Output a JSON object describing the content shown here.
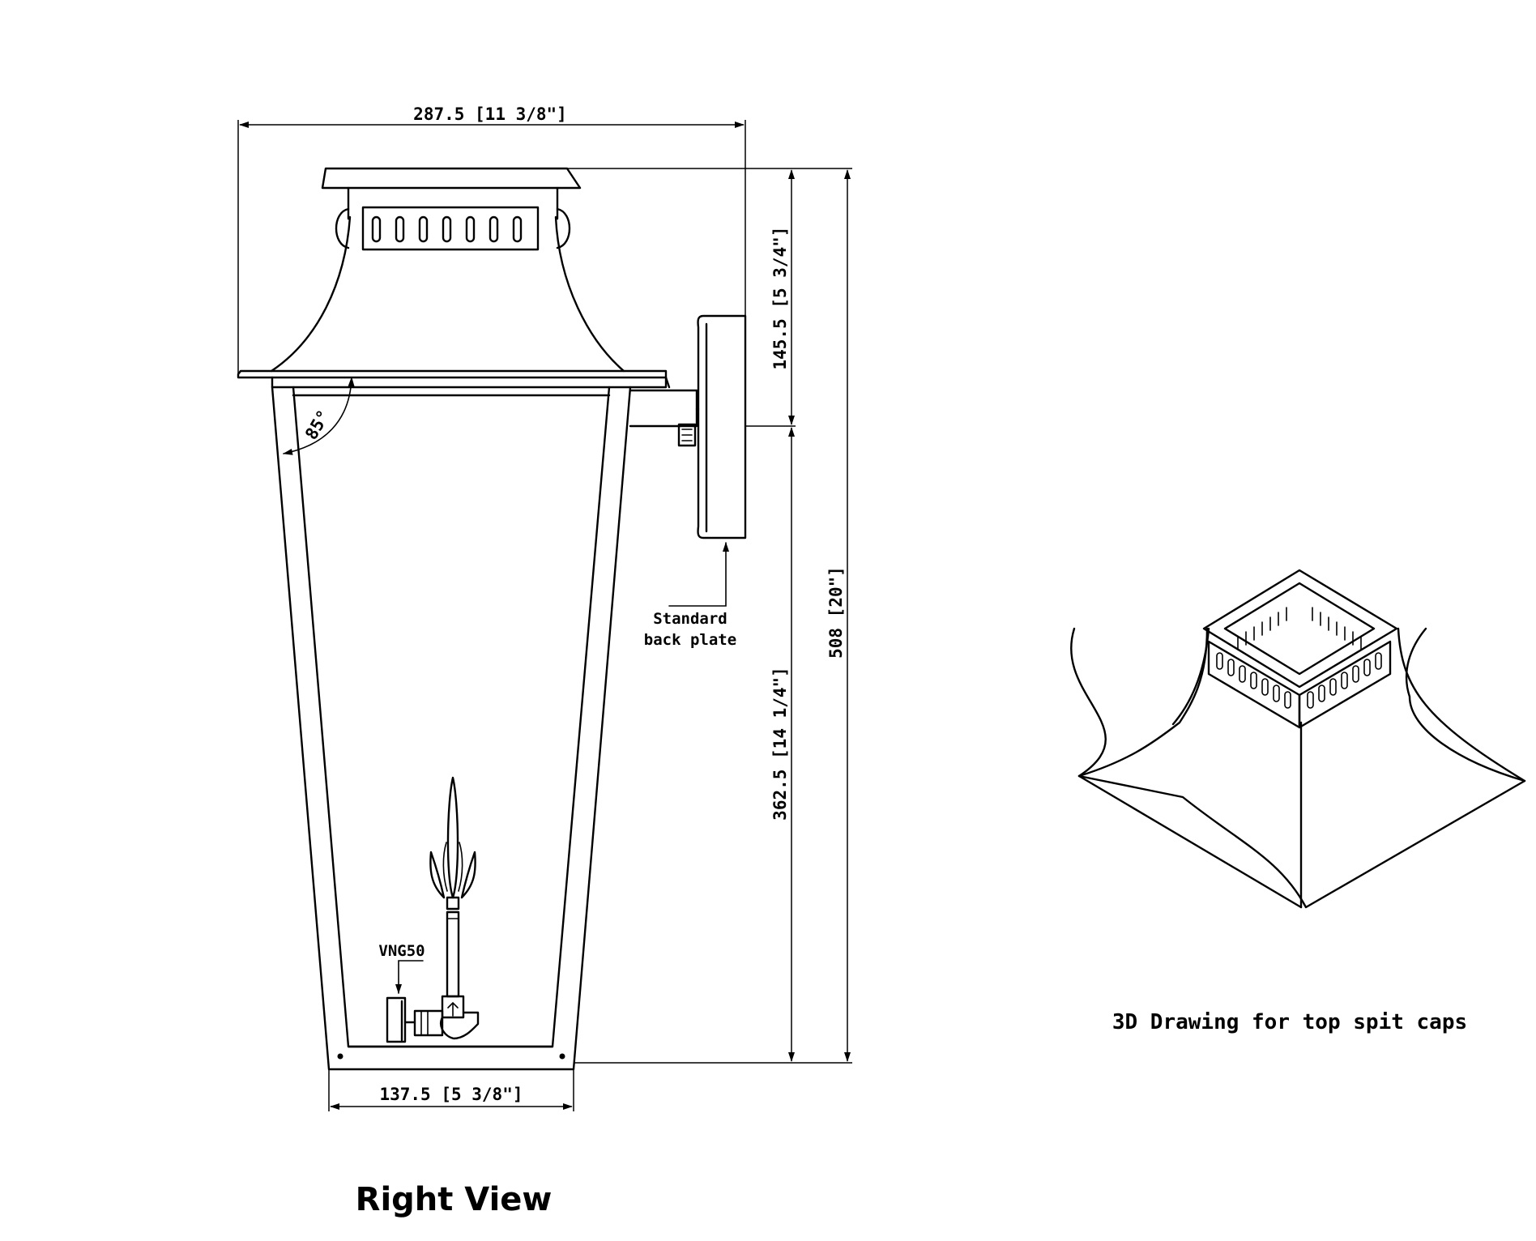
{
  "dimensions": {
    "overall_width": "287.5 [11 3/8\"]",
    "top_height": "145.5 [5 3/4\"]",
    "lower_height": "362.5 [14 1/4\"]",
    "total_height": "508 [20\"]",
    "base_width": "137.5 [5 3/8\"]",
    "angle": "85°"
  },
  "labels": {
    "back_plate_line1": "Standard",
    "back_plate_line2": "back plate",
    "valve": "VNG50"
  },
  "captions": {
    "right_view": "Right View",
    "drawing_3d": "3D Drawing for top spit caps"
  },
  "colors": {
    "ink": "#000000",
    "paper": "#ffffff"
  }
}
